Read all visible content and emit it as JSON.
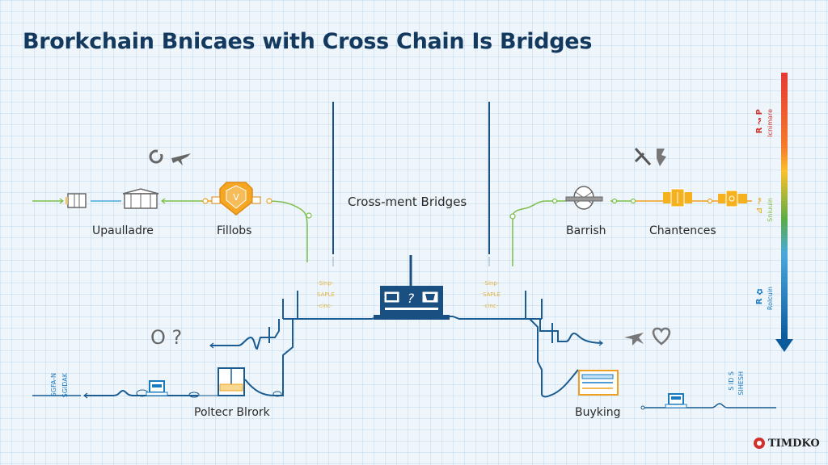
{
  "title": "Brorkchain Bnicaes with Cross Chain Is Bridges",
  "center_label": "Cross-ment Bridges",
  "left_upper": {
    "labels": [
      "Upaulladre",
      "Fillobs"
    ],
    "icons": [
      "refresh-icon",
      "airplane-icon",
      "gate-icon",
      "gate-icon",
      "shield-icon"
    ]
  },
  "right_upper": {
    "labels": [
      "Barrish",
      "Chantences"
    ],
    "icons": [
      "hammer-icon",
      "tool-icon",
      "coin-icon",
      "block-icon",
      "block-icon"
    ]
  },
  "left_lower": {
    "label": "Poltecr Blrork",
    "symbols": [
      "O",
      "?"
    ],
    "side_texts": [
      "SGFA-N",
      "SGIDAK"
    ]
  },
  "right_lower": {
    "label": "Buyking",
    "icons": [
      "airplane-icon",
      "heart-icon"
    ],
    "side_texts": [
      "S ID S",
      "SIHESH"
    ]
  },
  "center_device": {
    "symbol": "?",
    "notes_left": [
      "-Sinp-",
      "SAPLE",
      "-cinc-"
    ],
    "notes_right": [
      "-Sinp-",
      "SAPLE",
      "-cinc-"
    ]
  },
  "scale_bar": {
    "segments": [
      {
        "color": "#e53935",
        "label": "R ↝ P",
        "sublabel": "Icnimare"
      },
      {
        "color": "#fbc02d",
        "label": "⊿ ↝",
        "sublabel": "Sniuuin"
      },
      {
        "color": "#1e88c8",
        "label": "R ✿",
        "sublabel": "Rolcuin"
      }
    ],
    "colors": {
      "top": "#e53935",
      "mid1": "#f57c2a",
      "mid2": "#fbc02d",
      "mid3": "#5cac45",
      "mid4": "#4aa8dc",
      "bottom": "#0b5a9b"
    }
  },
  "logo": {
    "text": "TIMDKO"
  },
  "colors": {
    "title": "#13395f",
    "line_blue": "#1a5c92",
    "line_green": "#7bbf4a",
    "orange": "#f0a020",
    "gray_icon": "#666666"
  }
}
